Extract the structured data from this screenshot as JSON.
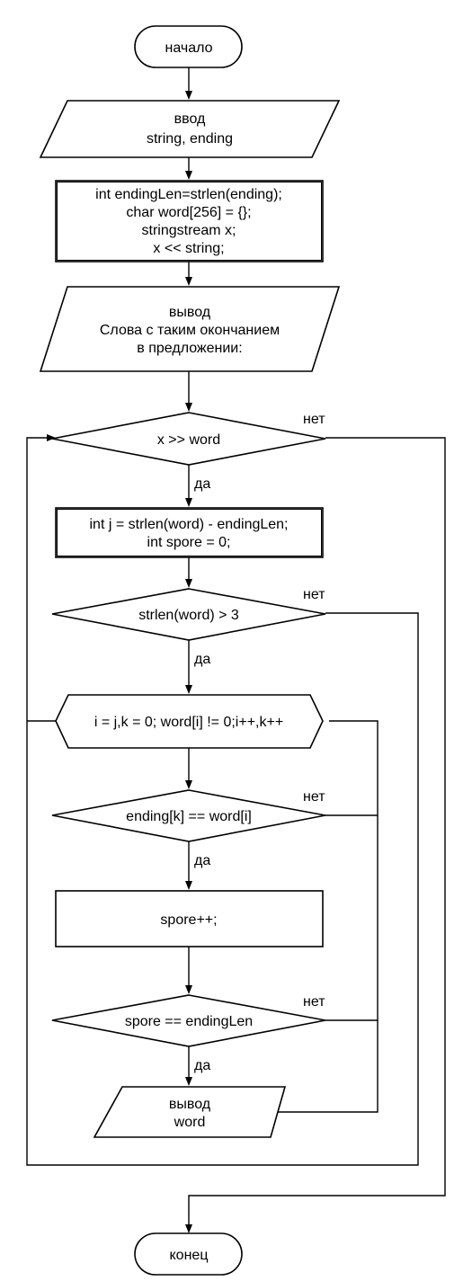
{
  "flowchart": {
    "start_label": "начало",
    "input_label": "ввод",
    "input_vars": "string, ending",
    "init_lines": [
      "int endingLen=strlen(ending);",
      "char word[256] = {};",
      "stringstream x;",
      "x << string;"
    ],
    "output_header_lines": [
      "вывод",
      "Слова с таким окончанием",
      "в предложении:"
    ],
    "loop_word_condition": "x >> word",
    "calc_lines": [
      "int j = strlen(word) - endingLen;",
      "int spore = 0;"
    ],
    "len_condition": "strlen(word) > 3",
    "for_loop_header": "i = j,k = 0; word[i] != 0;i++,k++",
    "compare_condition": "ending[k] == word[i]",
    "increment_op": "spore++;",
    "match_condition": "spore == endingLen",
    "output_word_label": "вывод",
    "output_word_value": "word",
    "end_label": "конец",
    "yes_label": "да",
    "no_label": "нет"
  }
}
